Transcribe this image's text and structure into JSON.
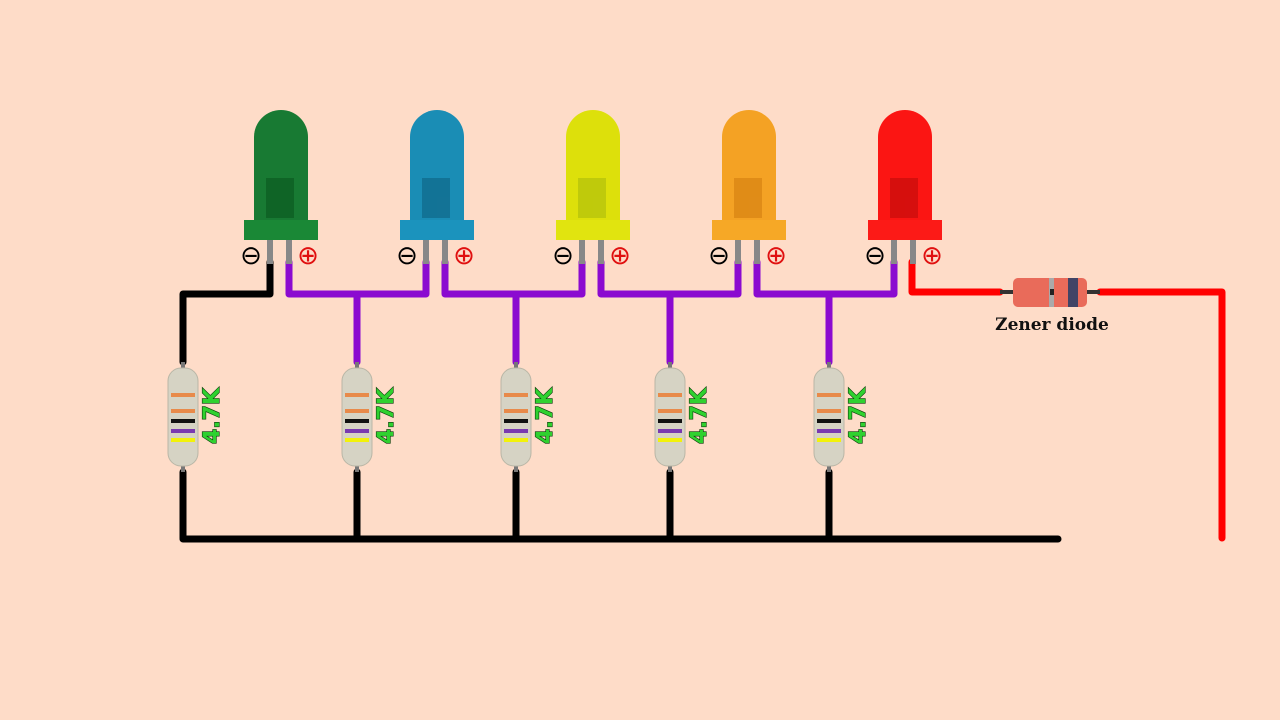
{
  "leds": [
    {
      "color_name": "green",
      "body": "#187a33",
      "shade": "#0f6426",
      "flange": "#1a8836"
    },
    {
      "color_name": "blue",
      "body": "#1a8db5",
      "shade": "#137396",
      "flange": "#1b93bd"
    },
    {
      "color_name": "yellow",
      "body": "#dde00b",
      "shade": "#bfca0c",
      "flange": "#e1e40f"
    },
    {
      "color_name": "orange",
      "body": "#f4a224",
      "shade": "#e08c18",
      "flange": "#f6a826"
    },
    {
      "color_name": "red",
      "body": "#fb1513",
      "shade": "#d60f0e",
      "flange": "#fc1a17"
    }
  ],
  "polarity": {
    "negative": "⊖",
    "positive": "⊕"
  },
  "resistors": [
    {
      "label": "4.7K"
    },
    {
      "label": "4.7K"
    },
    {
      "label": "4.7K"
    },
    {
      "label": "4.7K"
    },
    {
      "label": "4.7K"
    }
  ],
  "zener": {
    "label": "Zener diode"
  },
  "colors": {
    "background": "#fedcc8",
    "ground_wire": "#000000",
    "purple_wire": "#8b0ad0",
    "red_wire": "#ff0000",
    "polarity_pos": "#e01010"
  }
}
